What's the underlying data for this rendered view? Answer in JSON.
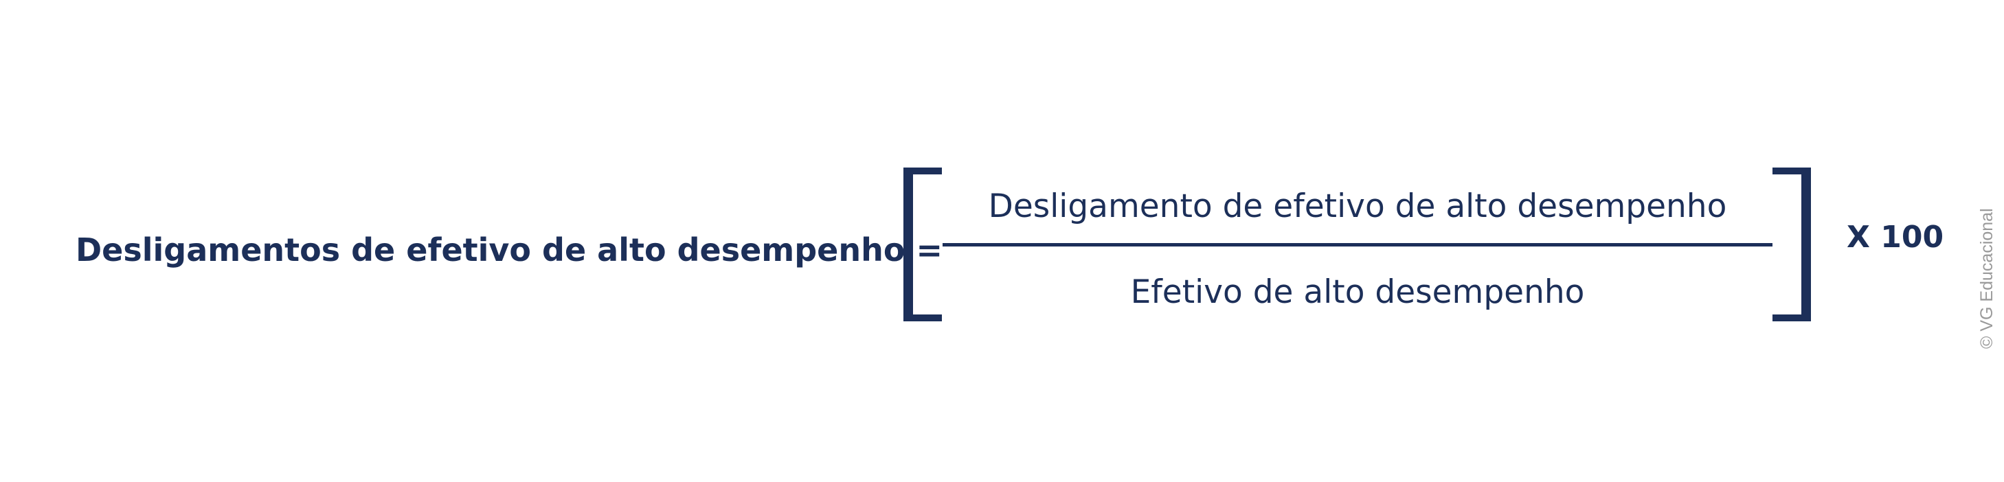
{
  "formula": {
    "lhs": "Desligamentos de efetivo de alto desempenho =",
    "numerator": "Desligamento de efetivo de alto desempenho",
    "denominator": "Efetivo de alto desempenho",
    "multiplier": "X 100"
  },
  "watermark": "© VG Educacional",
  "colors": {
    "primary": "#1c2f59",
    "watermark": "#9a9a9a",
    "background": "#ffffff"
  }
}
